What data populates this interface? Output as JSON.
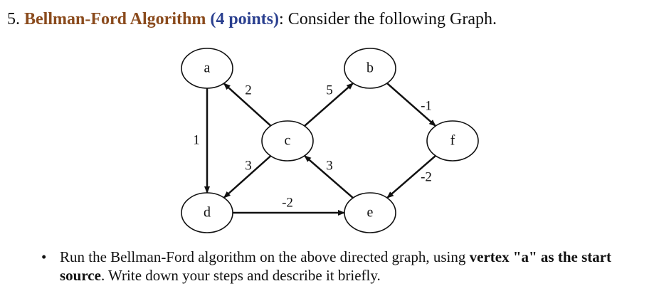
{
  "heading": {
    "number": "5.",
    "title": "Bellman-Ford Algorithm",
    "points": "(4 points)",
    "colon": ":",
    "rest": "Consider the following Graph."
  },
  "graph": {
    "nodes": [
      {
        "id": "a",
        "label": "a"
      },
      {
        "id": "b",
        "label": "b"
      },
      {
        "id": "c",
        "label": "c"
      },
      {
        "id": "d",
        "label": "d"
      },
      {
        "id": "e",
        "label": "e"
      },
      {
        "id": "f",
        "label": "f"
      }
    ],
    "edges": [
      {
        "from": "a",
        "to": "d",
        "weight": "1"
      },
      {
        "from": "c",
        "to": "a",
        "weight": "2"
      },
      {
        "from": "c",
        "to": "b",
        "weight": "5"
      },
      {
        "from": "b",
        "to": "f",
        "weight": "-1"
      },
      {
        "from": "c",
        "to": "d",
        "weight": "3"
      },
      {
        "from": "e",
        "to": "c",
        "weight": "3"
      },
      {
        "from": "f",
        "to": "e",
        "weight": "-2"
      },
      {
        "from": "d",
        "to": "e",
        "weight": "-2"
      }
    ]
  },
  "task": {
    "part1": "Run the Bellman-Ford algorithm on the above directed graph, using",
    "vertex_phrase": "vertex \"a\" as the start source",
    "part2": ". Write down your steps and describe it briefly."
  }
}
